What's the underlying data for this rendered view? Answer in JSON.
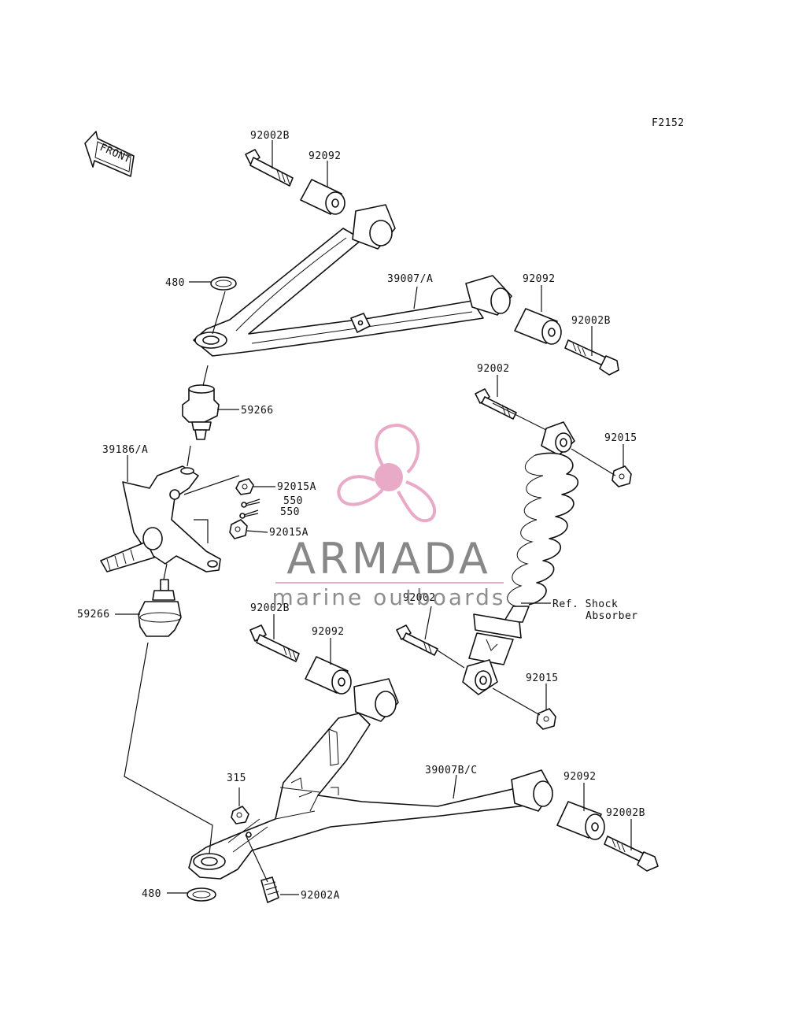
{
  "diagram": {
    "figure_code": "F2152",
    "front_arrow_label": "FRONT",
    "labels": {
      "bolt_upper_front": "92002B",
      "bushing_upper_front": "92092",
      "circlip_upper": "480",
      "upper_arm": "39007/A",
      "bushing_upper_rear": "92092",
      "bolt_upper_rear": "92002B",
      "shock_bolt_upper": "92002",
      "shock_nut_upper": "92015",
      "ball_joint_upper": "59266",
      "knuckle": "39186/A",
      "knuckle_nut_upper": "92015A",
      "cotter_pin_1": "550",
      "cotter_pin_2": "550",
      "knuckle_nut_lower": "92015A",
      "shock_bolt_lower": "92002",
      "shock_ref_line1": "Ref. Shock",
      "shock_ref_line2": "Absorber",
      "ball_joint_lower": "59266",
      "bolt_lower_front": "92002B",
      "bushing_lower_front": "92092",
      "shock_nut_lower": "92015",
      "lower_arm": "39007B/C",
      "bushing_lower_rear": "92092",
      "bolt_lower_rear": "92002B",
      "nut_315": "315",
      "circlip_lower": "480",
      "bolt_lower_small": "92002A"
    }
  },
  "watermark": {
    "brand": "ARMADA",
    "tagline": "marine outboards",
    "color_primary": "#e7a6c4",
    "color_text": "#6b6b6b",
    "icon": "propeller-icon"
  }
}
